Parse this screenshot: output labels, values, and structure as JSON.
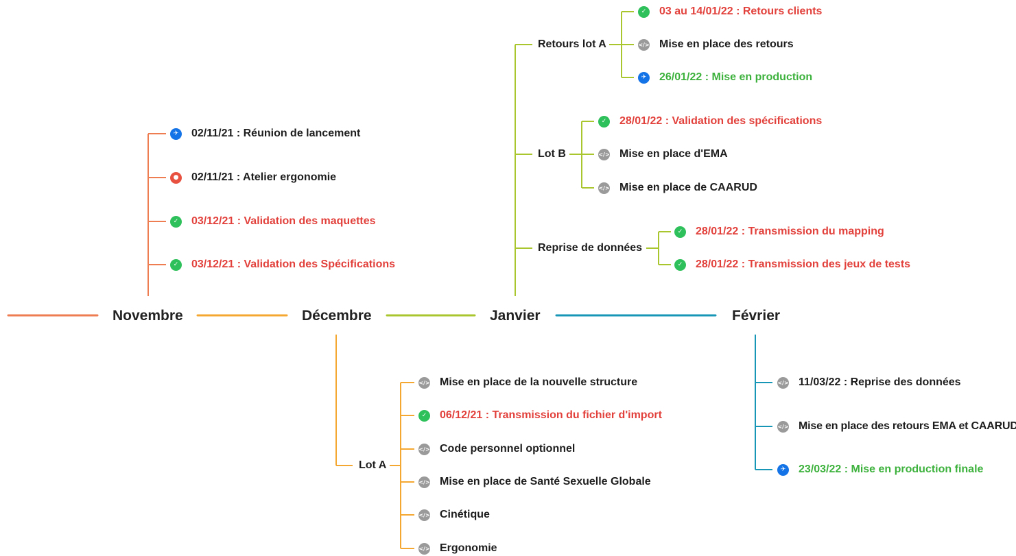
{
  "colors": {
    "novembre": "#ee7d52",
    "decembre": "#f5a831",
    "janvier": "#a9c62f",
    "fevrier": "#1796b5",
    "red_text": "#e2403b",
    "green_text": "#3cb13c",
    "dark_text": "#1d1d1d"
  },
  "icon_glyphs": {
    "check": "✓",
    "code": "</>",
    "plane": "✈",
    "user": "●"
  },
  "months": {
    "novembre": "Novembre",
    "decembre": "Décembre",
    "janvier": "Janvier",
    "fevrier": "Février"
  },
  "novembre": {
    "items": [
      {
        "icon": "plane-icon",
        "label": "02/11/21 : Réunion de lancement"
      },
      {
        "icon": "user-icon",
        "label": "02/11/21 : Atelier ergonomie"
      },
      {
        "icon": "check-icon",
        "label": "03/12/21 : Validation des maquettes"
      },
      {
        "icon": "check-icon",
        "label": "03/12/21 : Validation des Spécifications"
      }
    ]
  },
  "decembre": {
    "group_label": "Lot A",
    "items": [
      {
        "icon": "code-icon",
        "label": "Mise en place de la nouvelle structure"
      },
      {
        "icon": "check-icon",
        "label": "06/12/21 : Transmission du fichier d'import"
      },
      {
        "icon": "code-icon",
        "label": "Code personnel optionnel"
      },
      {
        "icon": "code-icon",
        "label": "Mise en place de Santé Sexuelle Globale"
      },
      {
        "icon": "code-icon",
        "label": "Cinétique"
      },
      {
        "icon": "code-icon",
        "label": "Ergonomie"
      }
    ]
  },
  "janvier": {
    "retours_lot_a": {
      "label": "Retours lot A",
      "items": [
        {
          "icon": "check-icon",
          "label": "03 au 14/01/22 : Retours clients"
        },
        {
          "icon": "code-icon",
          "label": "Mise en place des retours"
        },
        {
          "icon": "plane-icon",
          "label": "26/01/22 : Mise en production"
        }
      ]
    },
    "lot_b": {
      "label": "Lot B",
      "items": [
        {
          "icon": "check-icon",
          "label": "28/01/22 : Validation des spécifications"
        },
        {
          "icon": "code-icon",
          "label": "Mise en place d'EMA"
        },
        {
          "icon": "code-icon",
          "label": "Mise en place de CAARUD"
        }
      ]
    },
    "reprise": {
      "label": "Reprise de données",
      "items": [
        {
          "icon": "check-icon",
          "label": "28/01/22 : Transmission du mapping"
        },
        {
          "icon": "check-icon",
          "label": "28/01/22 : Transmission des jeux de tests"
        }
      ]
    }
  },
  "fevrier": {
    "items": [
      {
        "icon": "code-icon",
        "label": "11/03/22 : Reprise des données"
      },
      {
        "icon": "code-icon",
        "label": "Mise en place des retours EMA et CAARUD"
      },
      {
        "icon": "plane-icon",
        "label": "23/03/22 : Mise en production finale"
      }
    ]
  }
}
